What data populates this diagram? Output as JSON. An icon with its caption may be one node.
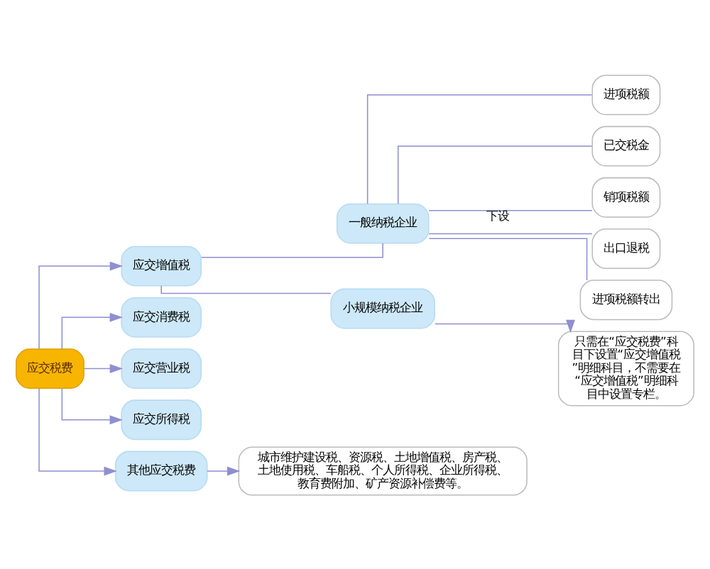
{
  "diagram": {
    "nodes": [
      {
        "text": [
          "应交税费"
        ]
      },
      {
        "text": [
          "应交增值税"
        ]
      },
      {
        "text": [
          "一般纳税企业"
        ]
      },
      {
        "text": [
          "进项税额"
        ]
      },
      {
        "text": [
          "已交税金"
        ]
      },
      {
        "text": [
          "销项税额"
        ]
      },
      {
        "text": [
          "出口退税"
        ]
      },
      {
        "text": [
          "进项税额转出"
        ]
      },
      {
        "text": [
          "小规模纳税企业"
        ]
      },
      {
        "text": [
          "只需在“应交税费”科目下设置“应交增值税”明细科目，不需要在“应交增值税”明细科目中设置专栏。"
        ]
      },
      {
        "text": [
          "应交消费税"
        ]
      },
      {
        "text": [
          "应交营业税"
        ]
      },
      {
        "text": [
          "应交所得税"
        ]
      },
      {
        "text": [
          "其他应交税费"
        ]
      },
      {
        "text": [
          "城市维护建设税、资源税、土地增值税、房产税、土地使用税、车船税、个人所得税、企业所得税、教育费附加、矿产资源补偿费等。"
        ]
      }
    ],
    "edges": [
      {
        "from": 0,
        "to": 1,
        "arrow": "to"
      },
      {
        "from": 0,
        "to": 10,
        "arrow": "to"
      },
      {
        "from": 0,
        "to": 11,
        "arrow": "to"
      },
      {
        "from": 0,
        "to": 12,
        "arrow": "to"
      },
      {
        "from": 0,
        "to": 13,
        "arrow": "to"
      },
      {
        "from": 1,
        "to": 2,
        "arrow": "none"
      },
      {
        "from": 1,
        "to": 8,
        "arrow": "none"
      },
      {
        "from": 2,
        "to": 3,
        "arrow": "none"
      },
      {
        "from": 2,
        "to": 4,
        "arrow": "none"
      },
      {
        "from": 2,
        "to": 5,
        "arrow": "none",
        "label": "下设"
      },
      {
        "from": 2,
        "to": 6,
        "arrow": "none"
      },
      {
        "from": 2,
        "to": 7,
        "arrow": "none"
      },
      {
        "from": 8,
        "to": 9,
        "arrow": "to"
      },
      {
        "from": 13,
        "to": 14,
        "arrow": "to"
      }
    ]
  }
}
